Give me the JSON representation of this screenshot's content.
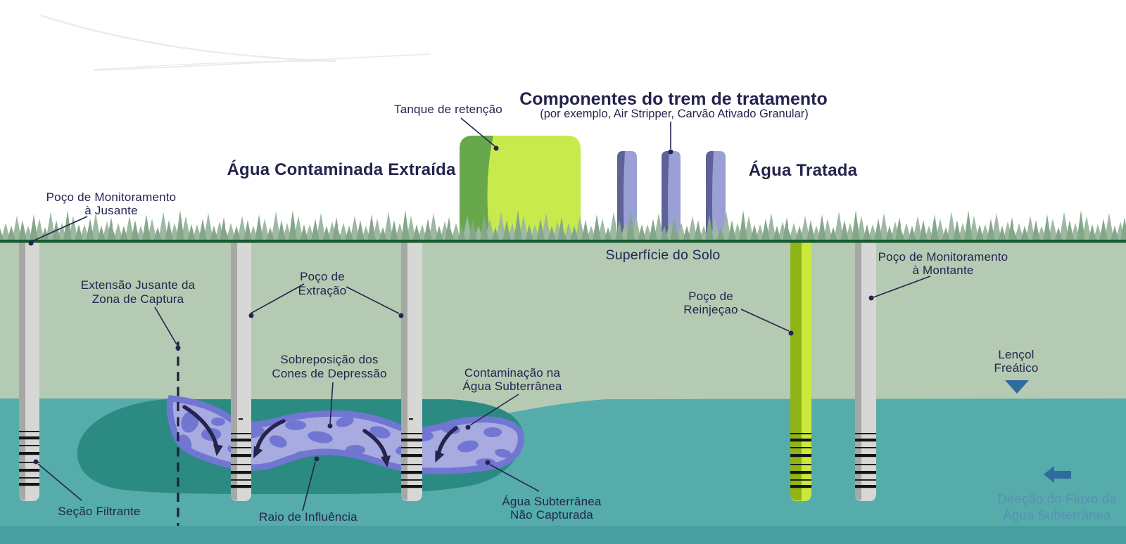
{
  "palette": {
    "navy": "#24244e",
    "teal": "#55acab",
    "tealDark": "#2b8b83",
    "tealDeep": "#47a09f",
    "soil": "#b5cab3",
    "grassBack": "#9db9a0",
    "grassFront": "#85a789",
    "groundLine": "#175a31",
    "plumeLight": "#a7abdf",
    "plumeDark": "#7176d3",
    "wellLight": "#d7d7d5",
    "wellDark": "#a7a7a5",
    "screen": "#141414",
    "tankLime": "#c8ea4c",
    "tankGreen": "#68a84d",
    "reinjOlive": "#8fb416",
    "reinjLime": "#cbe93d",
    "colLight": "#9aa0d6",
    "colDark": "#5d6397",
    "blue": "#2e6b9e",
    "blueText": "#5890b6",
    "swoosh": "#ebebeb"
  },
  "labels": {
    "title": {
      "line1": "Componentes do trem de tratamento",
      "line2": "(por exemplo, Air Stripper, Carvão Ativado Granular)"
    },
    "retention_tank": "Tanque de retenção",
    "contaminated_water": "Água Contaminada Extraída",
    "treated_water": "Água Tratada",
    "monitoring_well_downstream": {
      "line1": "Poço de Monitoramento",
      "line2": "à Jusante"
    },
    "soil_surface": "Superfície do Solo",
    "monitoring_well_upstream": {
      "line1": "Poço de Monitoramento",
      "line2": "à Montante"
    },
    "capture_zone_extent": {
      "line1": "Extensão Jusante da",
      "line2": "Zona de Captura"
    },
    "extraction_well": {
      "line1": "Poço de",
      "line2": "Extração"
    },
    "reinjection_well": {
      "line1": "Poço de",
      "line2": "Reinjeçao"
    },
    "water_table": {
      "line1": "Lençol",
      "line2": "Freático"
    },
    "cones_overlap": {
      "line1": "Sobreposição dos",
      "line2": "Cones de Depressão"
    },
    "contamination": {
      "line1": "Contaminação na",
      "line2": "Água Subterrânea"
    },
    "screen_section": "Seção Filtrante",
    "radius_influence": "Raio de Influência",
    "uncaptured_groundwater": {
      "line1": "Água Subterrânea",
      "line2": "Não Capturada"
    },
    "flow_direction": {
      "line1": "Direção do Fluxo da",
      "line2": "Água Subterrânea"
    }
  }
}
